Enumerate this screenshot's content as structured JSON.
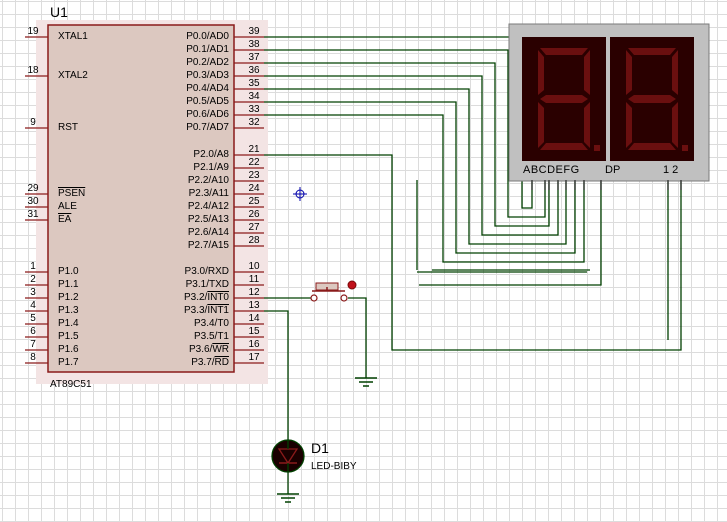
{
  "chip": {
    "ref": "U1",
    "part": "AT89C51",
    "left_pins": [
      {
        "num": "19",
        "name": "XTAL1"
      },
      {
        "num": "18",
        "name": "XTAL2"
      },
      {
        "num": "9",
        "name": "RST"
      },
      {
        "num": "29",
        "name": "PSEN"
      },
      {
        "num": "30",
        "name": "ALE"
      },
      {
        "num": "31",
        "name": "EA"
      },
      {
        "num": "1",
        "name": "P1.0"
      },
      {
        "num": "2",
        "name": "P1.1"
      },
      {
        "num": "3",
        "name": "P1.2"
      },
      {
        "num": "4",
        "name": "P1.3"
      },
      {
        "num": "5",
        "name": "P1.4"
      },
      {
        "num": "6",
        "name": "P1.5"
      },
      {
        "num": "7",
        "name": "P1.6"
      },
      {
        "num": "8",
        "name": "P1.7"
      }
    ],
    "right_pins": [
      {
        "num": "39",
        "name": "P0.0/AD0"
      },
      {
        "num": "38",
        "name": "P0.1/AD1"
      },
      {
        "num": "37",
        "name": "P0.2/AD2"
      },
      {
        "num": "36",
        "name": "P0.3/AD3"
      },
      {
        "num": "35",
        "name": "P0.4/AD4"
      },
      {
        "num": "34",
        "name": "P0.5/AD5"
      },
      {
        "num": "33",
        "name": "P0.6/AD6"
      },
      {
        "num": "32",
        "name": "P0.7/AD7"
      },
      {
        "num": "21",
        "name": "P2.0/A8"
      },
      {
        "num": "22",
        "name": "P2.1/A9"
      },
      {
        "num": "23",
        "name": "P2.2/A10"
      },
      {
        "num": "24",
        "name": "P2.3/A11"
      },
      {
        "num": "25",
        "name": "P2.4/A12"
      },
      {
        "num": "26",
        "name": "P2.5/A13"
      },
      {
        "num": "27",
        "name": "P2.6/A14"
      },
      {
        "num": "28",
        "name": "P2.7/A15"
      },
      {
        "num": "10",
        "name": "P3.0/RXD"
      },
      {
        "num": "11",
        "name": "P3.1/TXD"
      },
      {
        "num": "12",
        "name": "P3.2/INT0"
      },
      {
        "num": "13",
        "name": "P3.3/INT1"
      },
      {
        "num": "14",
        "name": "P3.4/T0"
      },
      {
        "num": "15",
        "name": "P3.5/T1"
      },
      {
        "num": "16",
        "name": "P3.6/WR"
      },
      {
        "num": "17",
        "name": "P3.7/RD"
      }
    ]
  },
  "display": {
    "segment_labels": "ABCDEFG",
    "dp_label": "DP",
    "digit_labels": "12",
    "segment_color": "#6a0f0f",
    "body_color": "#c0c0c0",
    "face_color": "#2a0000"
  },
  "led": {
    "ref": "D1",
    "part": "LED-BIBY"
  },
  "colors": {
    "wire": "#004000",
    "chip_fill": "#dcc8c0",
    "chip_border": "#8a1a1a",
    "pin": "#8a1a1a"
  }
}
